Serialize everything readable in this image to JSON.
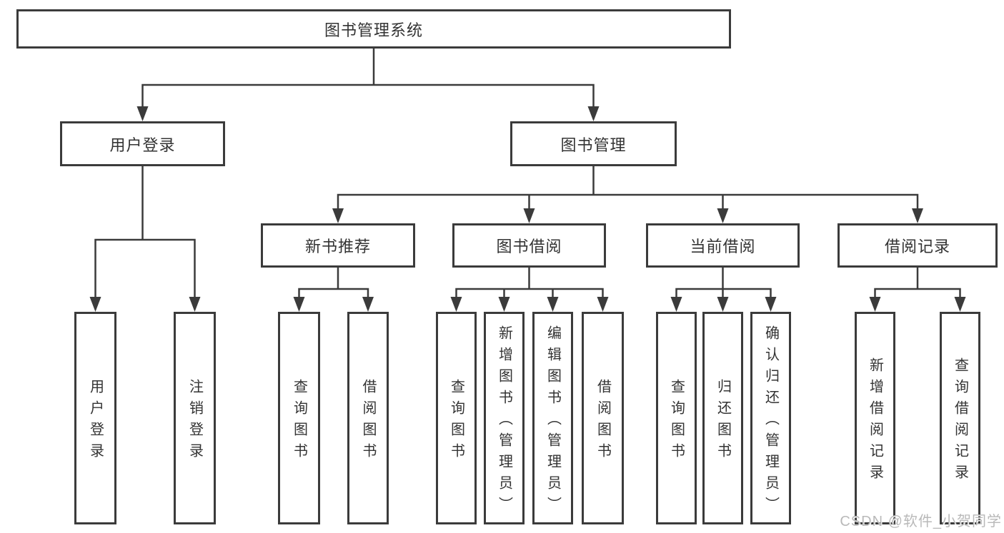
{
  "colors": {
    "line": "#3b3b3b",
    "text": "#333333",
    "border": "#3b3b3b",
    "watermark": "#b9b9b9",
    "background": "#ffffff"
  },
  "watermark": "CSDN @软件_小贺同学",
  "tree": {
    "root": "图书管理系统",
    "branches": [
      {
        "label": "用户登录",
        "children": [
          "用户登录",
          "注销登录"
        ]
      },
      {
        "label": "图书管理",
        "groups": [
          {
            "label": "新书推荐",
            "children": [
              "查询图书",
              "借阅图书"
            ]
          },
          {
            "label": "图书借阅",
            "children": [
              "查询图书",
              "新增图书（管理员）",
              "编辑图书（管理员）",
              "借阅图书"
            ]
          },
          {
            "label": "当前借阅",
            "children": [
              "查询图书",
              "归还图书",
              "确认归还（管理员）"
            ]
          },
          {
            "label": "借阅记录",
            "children": [
              "新增借阅记录",
              "查询借阅记录"
            ]
          }
        ]
      }
    ]
  }
}
